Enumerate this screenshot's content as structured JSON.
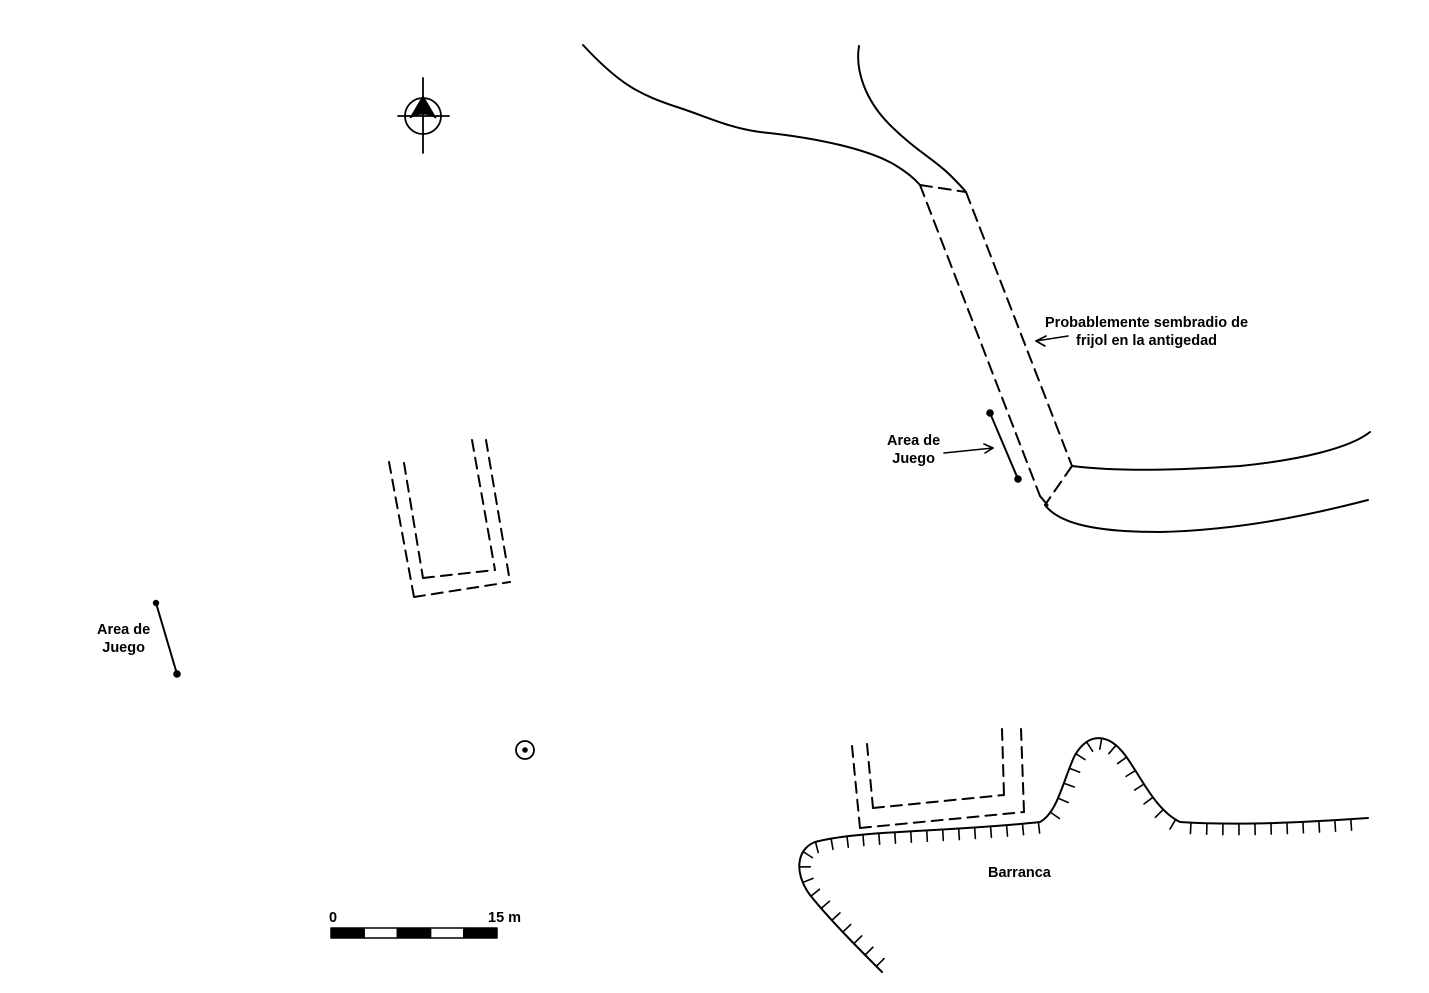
{
  "labels": {
    "bean_field_line1": "Probablemente sembradio de",
    "bean_field_line2": "frijol en la antigedad",
    "play_area_right_line1": "Area de",
    "play_area_right_line2": "Juego",
    "play_area_left_line1": "Area de",
    "play_area_left_line2": "Juego",
    "ravine": "Barranca"
  },
  "scale_bar": {
    "start_label": "0",
    "end_label": "15 m",
    "segments": 5
  },
  "icons": {
    "north": "north-arrow-icon",
    "marker": "circle-marker-icon"
  },
  "colors": {
    "ink": "#000000",
    "paper": "#ffffff"
  }
}
